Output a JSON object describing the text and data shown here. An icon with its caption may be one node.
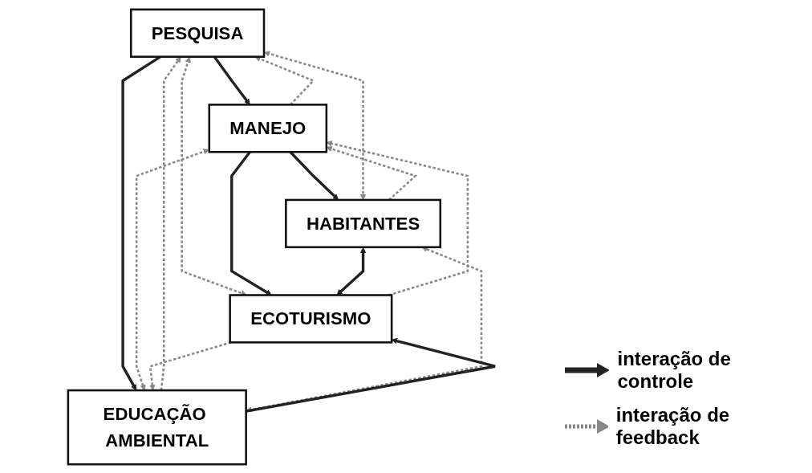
{
  "diagram": {
    "nodes": [
      {
        "text": [
          "PESQUISA"
        ]
      },
      {
        "text": [
          "MANEJO"
        ]
      },
      {
        "text": [
          "EDUCAÇÃO AMBIENTAL"
        ]
      },
      {
        "text": [
          "HABITANTES"
        ]
      },
      {
        "text": [
          "ECOTURISMO"
        ]
      }
    ],
    "edges": [
      {
        "from": 0,
        "to": 1,
        "arrow": "to",
        "color": "#222222"
      },
      {
        "from": 1,
        "to": 0,
        "arrow": "to",
        "style": "dashed"
      },
      {
        "from": 0,
        "to": 2,
        "arrow": "to",
        "color": "#222222"
      },
      {
        "from": 2,
        "to": 0,
        "arrow": "to",
        "style": "dashed"
      },
      {
        "from": 1,
        "to": 3,
        "arrow": "to",
        "color": "#222222"
      },
      {
        "from": 3,
        "to": 1,
        "arrow": "to",
        "style": "dashed"
      },
      {
        "from": 0,
        "to": 3,
        "arrow": "both",
        "style": "dashed"
      },
      {
        "from": 1,
        "to": 2,
        "arrow": "both",
        "style": "dashed"
      },
      {
        "from": 2,
        "to": 3,
        "arrow": "both",
        "style": "dashed"
      },
      {
        "from": 0,
        "to": 4,
        "arrow": "both",
        "style": "dashed"
      },
      {
        "from": 1,
        "to": 4,
        "arrow": "to",
        "color": "#222222"
      },
      {
        "from": 4,
        "to": 1,
        "arrow": "to",
        "style": "dashed"
      },
      {
        "from": 2,
        "to": 4,
        "arrow": "to",
        "color": "#222222"
      },
      {
        "from": 4,
        "to": 2,
        "arrow": "to",
        "style": "dashed"
      },
      {
        "from": 3,
        "to": 4,
        "arrow": "both",
        "color": "#222222"
      }
    ],
    "legend": [
      {
        "text": "interação de controle"
      },
      {
        "text": "interação de feedback"
      }
    ]
  }
}
